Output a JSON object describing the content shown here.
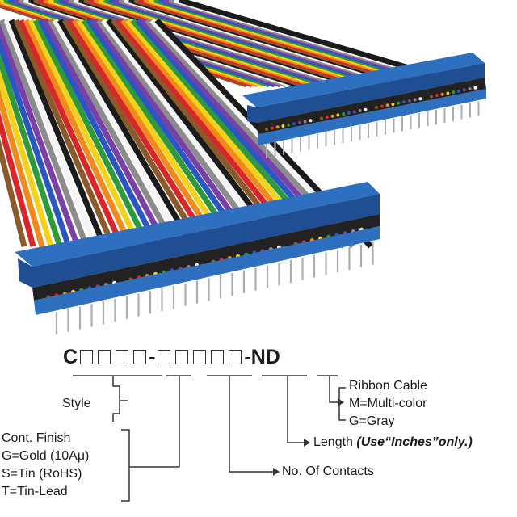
{
  "part_number": {
    "prefix": "C",
    "group1_boxes": 4,
    "dash1": "-",
    "group2_boxes": 5,
    "suffix": "-ND"
  },
  "labels": {
    "style": "Style",
    "cont_finish_title": "Cont. Finish",
    "cont_finish_gold": "G=Gold (10Aμ)",
    "cont_finish_tin": "S=Tin (RoHS)",
    "cont_finish_tinlead": "T=Tin-Lead",
    "no_of_contacts": "No. Of Contacts",
    "length": "Length",
    "length_note": "(Use“Inches”only.)",
    "ribbon_title": "Ribbon Cable",
    "ribbon_multi": "M=Multi-color",
    "ribbon_gray": "G=Gray"
  },
  "colors": {
    "connector": "#2f6fc0",
    "connector_dark": "#1f4f92",
    "pin": "#a9adb3",
    "lines": "#333333",
    "wires": [
      "#8b5a2b",
      "#d8262a",
      "#f08a1c",
      "#f2d21b",
      "#2f9a3c",
      "#2a57c2",
      "#7b3fa8",
      "#8c8c8c",
      "#f4f4f4",
      "#1b1b1b"
    ]
  }
}
